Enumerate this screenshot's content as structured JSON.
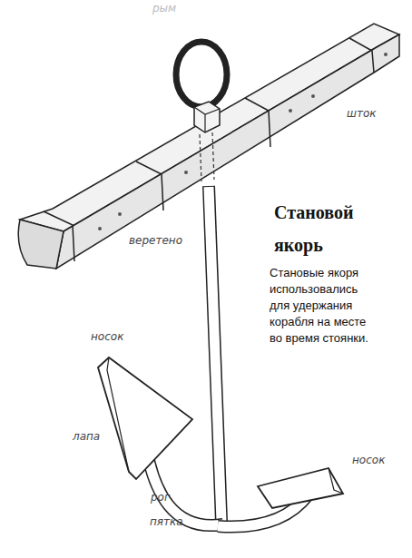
{
  "diagram": {
    "title": "Становой якорь",
    "caption": "Становые якоря использовались для удержания корабля на месте во время стоянки.",
    "labels": [
      "рым",
      "шток",
      "веретено",
      "носок",
      "лапа",
      "рог",
      "пятка",
      "носок"
    ]
  }
}
